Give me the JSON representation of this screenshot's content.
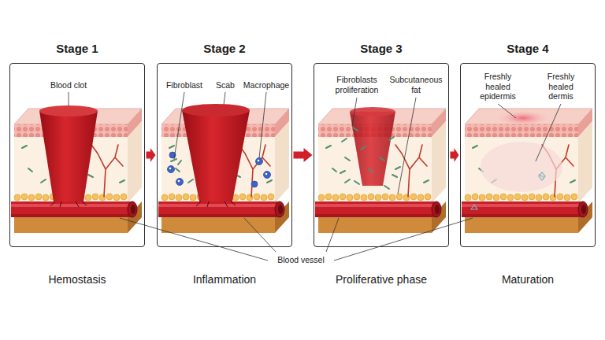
{
  "diagram": {
    "nodes": [
      {
        "text": [
          "Stage 1",
          "Hemostasis"
        ]
      },
      {
        "text": [
          "Stage 2",
          "Inflammation"
        ]
      },
      {
        "text": [
          "Stage 3",
          "Proliferative phase"
        ]
      },
      {
        "text": [
          "Stage 4",
          "Maturation"
        ]
      }
    ],
    "edges": [
      {
        "from": 0,
        "to": 1,
        "arrow": "to"
      },
      {
        "from": 1,
        "to": 2,
        "arrow": "to"
      },
      {
        "from": 2,
        "to": 3,
        "arrow": "to"
      }
    ],
    "labels": [
      "Blood clot",
      "Fibroblast",
      "Scab",
      "Macrophage",
      "Fibroblasts proliferation",
      "Subcutaneous fat",
      "Freshly healed epidermis",
      "Freshly healed dermis",
      "Blood vessel"
    ]
  }
}
